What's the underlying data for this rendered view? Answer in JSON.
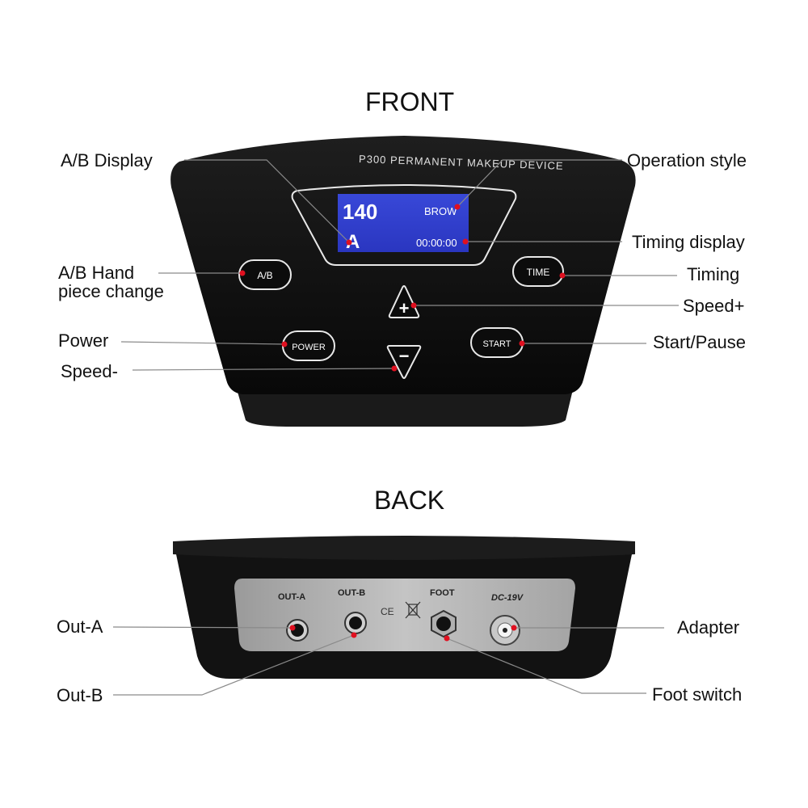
{
  "front": {
    "title": "FRONT",
    "device_name": "P300 PERMANENT MAKEUP DEVICE",
    "screen": {
      "speed": "140",
      "handpiece": "A",
      "style": "BROW",
      "timer": "00:00:00"
    },
    "buttons": {
      "ab": "A/B",
      "time": "TIME",
      "plus": "+",
      "minus": "−",
      "power": "POWER",
      "start": "START"
    },
    "callouts": {
      "ab_display": "A/B Display",
      "operation_style": "Operation style",
      "timing_display": "Timing display",
      "ab_hand_line1": "A/B Hand",
      "ab_hand_line2": "piece change",
      "timing": "Timing",
      "speed_plus": "Speed+",
      "power": "Power",
      "start_pause": "Start/Pause",
      "speed_minus": "Speed-"
    }
  },
  "back": {
    "title": "BACK",
    "ports": {
      "out_a": "OUT-A",
      "out_b": "OUT-B",
      "foot": "FOOT",
      "dc": "DC-19V",
      "ce": "CE"
    },
    "callouts": {
      "out_a": "Out-A",
      "out_b": "Out-B",
      "adapter": "Adapter",
      "foot_switch": "Foot switch"
    }
  },
  "colors": {
    "device": "#141414",
    "screen": "#2f3fd0",
    "callout_dot": "#e01020",
    "leader_line": "#8a8a8a",
    "back_panel": "#b8b8b8"
  }
}
